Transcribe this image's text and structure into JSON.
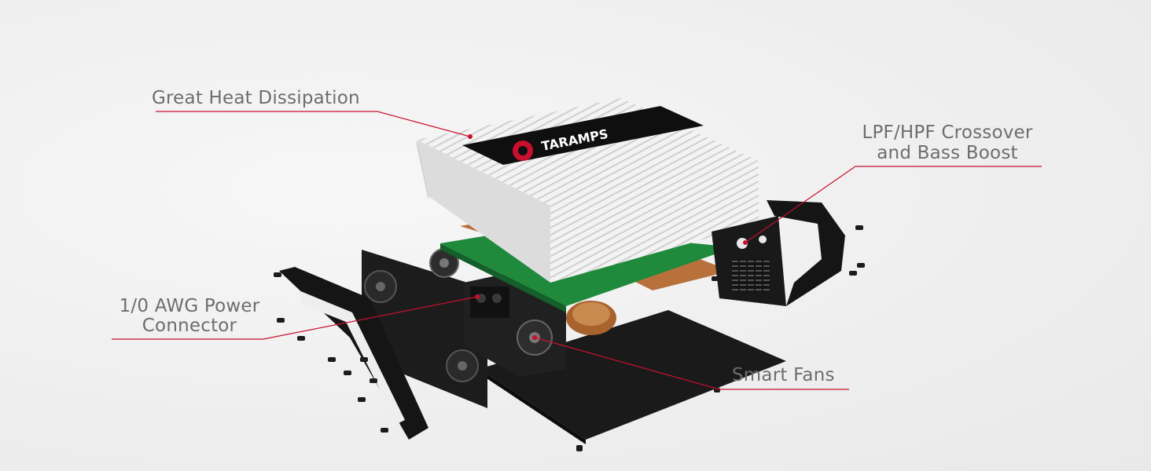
{
  "callouts": {
    "heat": "Great Heat Dissipation",
    "crossover_line1": "LPF/HPF Crossover",
    "crossover_line2": "and Bass Boost",
    "power_line1": "1/0 AWG Power",
    "power_line2": "Connector",
    "fans": "Smart Fans"
  },
  "product": {
    "brand_logo": "TARAMPS"
  },
  "colors": {
    "accent_line": "#c8102e",
    "background": "#efefef",
    "label_text": "#6d6d6d",
    "heatsink": "#f4f4f4",
    "pcb_green": "#1f8a3c",
    "black_parts": "#161616",
    "copper": "#b9713c"
  }
}
